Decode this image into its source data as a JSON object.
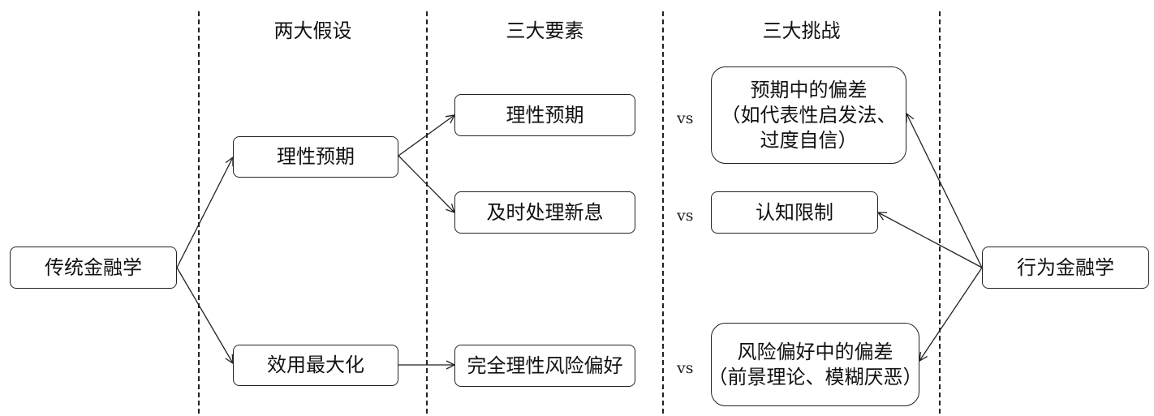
{
  "columns": {
    "assumptions": "两大假设",
    "elements": "三大要素",
    "challenges": "三大挑战"
  },
  "nodes": {
    "traditional_finance": "传统金融学",
    "rational_expectation": "理性预期",
    "utility_maximization": "效用最大化",
    "rational_expectation_element": "理性预期",
    "timely_processing": "及时处理新息",
    "full_rational_risk_preference": "完全理性风险偏好",
    "expectation_bias": [
      "预期中的偏差",
      "（如代表性启发法、",
      "过度自信）"
    ],
    "cognitive_limits": "认知限制",
    "risk_preference_bias": [
      "风险偏好中的偏差",
      "（前景理论、模糊厌恶）"
    ],
    "behavioral_finance": "行为金融学"
  },
  "vs_labels": [
    "vs",
    "vs",
    "vs"
  ]
}
